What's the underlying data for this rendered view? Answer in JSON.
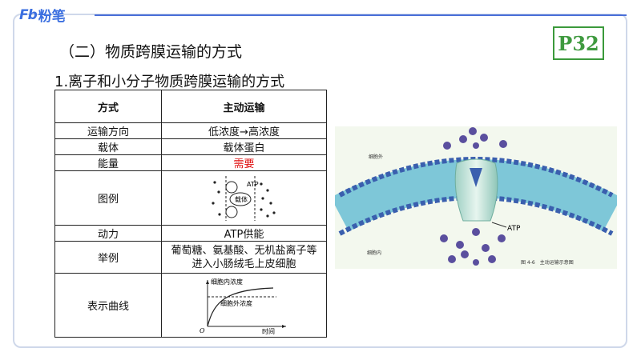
{
  "logo": {
    "mark": "Fb",
    "text": "粉笔"
  },
  "page_label": "P32",
  "section_title": "（二）物质跨膜运输的方式",
  "subtitle": "1.离子和小分子物质跨膜运输的方式",
  "table": {
    "header": [
      "方式",
      "主动运输"
    ],
    "rows": [
      {
        "label": "运输方向",
        "value": "低浓度→高浓度"
      },
      {
        "label": "载体",
        "value": "载体蛋白"
      },
      {
        "label": "能量",
        "value": "需要"
      },
      {
        "label": "图例",
        "value": ""
      },
      {
        "label": "动力",
        "value": "ATP供能"
      },
      {
        "label": "举例",
        "value": "葡萄糖、氨基酸、无机盐离子等进入小肠绒毛上皮细胞"
      },
      {
        "label": "表示曲线",
        "value": ""
      }
    ],
    "legend_diagram": {
      "atp": "ATP",
      "carrier": "载体"
    },
    "curve": {
      "y_axis": "细胞内浓度",
      "series": "细胞外浓度",
      "x_axis": "时间",
      "origin": "O"
    }
  },
  "figure": {
    "outside_label": "细胞外",
    "inside_label": "细胞内",
    "atp_label": "ATP",
    "caption": "图 4-6　主动运输示意图"
  },
  "colors": {
    "accent": "#3b6fe0",
    "page_box": "#3f9a3f",
    "highlight": "#e01010"
  }
}
